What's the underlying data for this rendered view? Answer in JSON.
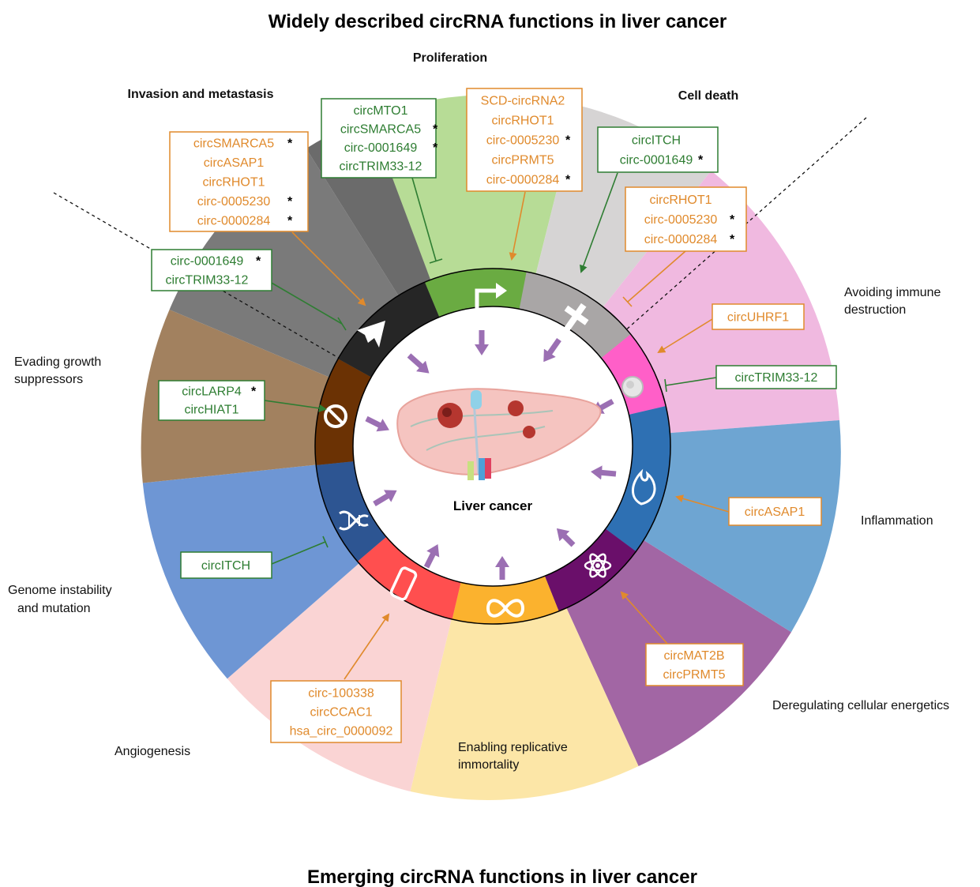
{
  "title_top": "Widely described circRNA functions in liver cancer",
  "title_bottom": "Emerging circRNA functions in liver cancer",
  "center_label": "Liver cancer",
  "categories": {
    "proliferation": "Proliferation",
    "invasion": "Invasion and metastasis",
    "cell_death": "Cell death"
  },
  "hallmarks": {
    "evading_growth_1": "Evading growth",
    "evading_growth_2": "suppressors",
    "avoiding_immune_1": "Avoiding immune",
    "avoiding_immune_2": "destruction",
    "inflammation": "Inflammation",
    "genome_1": "Genome instability",
    "genome_2": "and mutation",
    "deregulating": "Deregulating cellular energetics",
    "angiogenesis": "Angiogenesis",
    "replicative_1": "Enabling replicative",
    "replicative_2": "immortality"
  },
  "boxes": {
    "invasion_orange": [
      "circSMARCA5",
      "circASAP1",
      "circRHOT1",
      "circ-0005230",
      "circ-0000284"
    ],
    "invasion_green": [
      "circ-0001649",
      "circTRIM33-12"
    ],
    "prolif_green": [
      "circMTO1",
      "circSMARCA5",
      "circ-0001649",
      "circTRIM33-12"
    ],
    "prolif_orange": [
      "SCD-circRNA2",
      "circRHOT1",
      "circ-0005230",
      "circPRMT5",
      "circ-0000284"
    ],
    "death_green": [
      "circITCH",
      "circ-0001649"
    ],
    "death_orange": [
      "circRHOT1",
      "circ-0005230",
      "circ-0000284"
    ],
    "immune_orange": [
      "circUHRF1"
    ],
    "immune_green": [
      "circTRIM33-12"
    ],
    "growth_green": [
      "circLARP4",
      "circHIAT1"
    ],
    "inflammation_orange": [
      "circASAP1"
    ],
    "genome_green": [
      "circITCH"
    ],
    "energetics_orange": [
      "circMAT2B",
      "circPRMT5"
    ],
    "angio_orange": [
      "circ-100338",
      "circCCAC1",
      "hsa_circ_0000092"
    ]
  },
  "star": "*",
  "colors": {
    "orange_text": "#e08a2c",
    "green_text": "#2e7d32",
    "arrow_purple": "#9b6fb3",
    "ring_black": "#262626"
  }
}
